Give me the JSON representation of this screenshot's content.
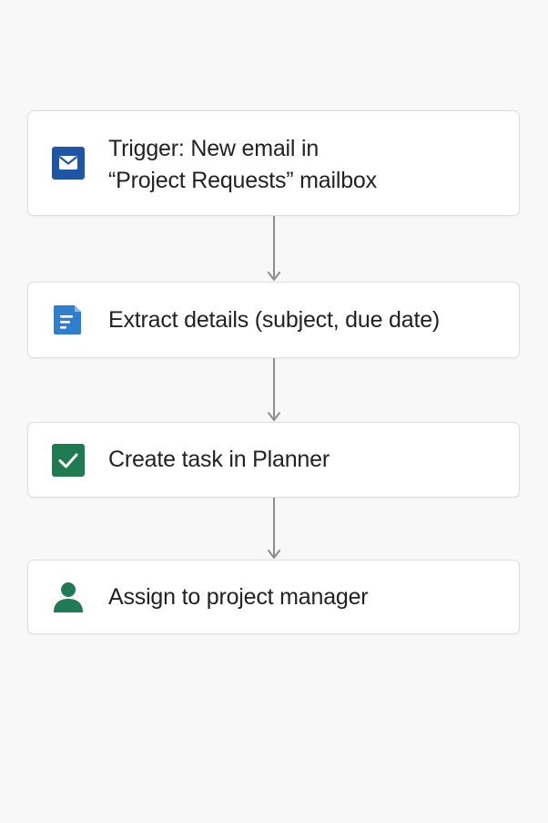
{
  "steps": [
    {
      "icon": "mail-icon",
      "label_lines": [
        "Trigger: New email in",
        "“Project Requests” mailbox"
      ],
      "icon_color": "#1f55a6"
    },
    {
      "icon": "document-icon",
      "label": "Extract details (subject, due date)",
      "icon_color": "#2f7fd1"
    },
    {
      "icon": "checkbox-icon",
      "label": "Create task in Planner",
      "icon_color": "#1f7a4f"
    },
    {
      "icon": "person-icon",
      "label": "Assign to project manager",
      "icon_color": "#1f7a55"
    }
  ],
  "colors": {
    "background": "#f8f8f8",
    "card": "#ffffff",
    "card_border": "#dedede",
    "connector": "#8f8f8f",
    "text": "#222222"
  }
}
